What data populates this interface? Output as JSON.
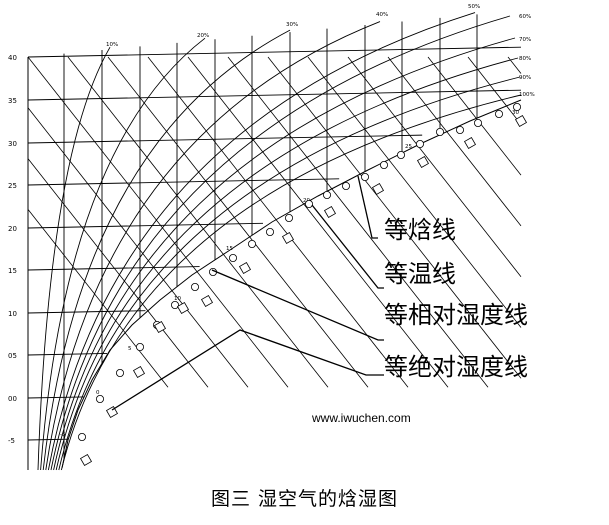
{
  "chart_data": {
    "type": "diagram",
    "y_ticks": [
      "40",
      "35",
      "30",
      "25",
      "20",
      "15",
      "10",
      "05",
      "00",
      "-5"
    ],
    "top_rh_labels": [
      "10%",
      "20%",
      "30%",
      "40%",
      "50%"
    ],
    "right_rh_labels": [
      "60%",
      "70%",
      "80%",
      "90%",
      "100%"
    ],
    "saturation_temps": [
      "-5",
      "0",
      "5",
      "10",
      "15",
      "20",
      "25",
      "30"
    ],
    "callouts": [
      "等焓线",
      "等温线",
      "等相对湿度线",
      "等绝对湿度线"
    ]
  },
  "website": "www.iwuchen.com",
  "caption": "图三  湿空气的焓湿图"
}
